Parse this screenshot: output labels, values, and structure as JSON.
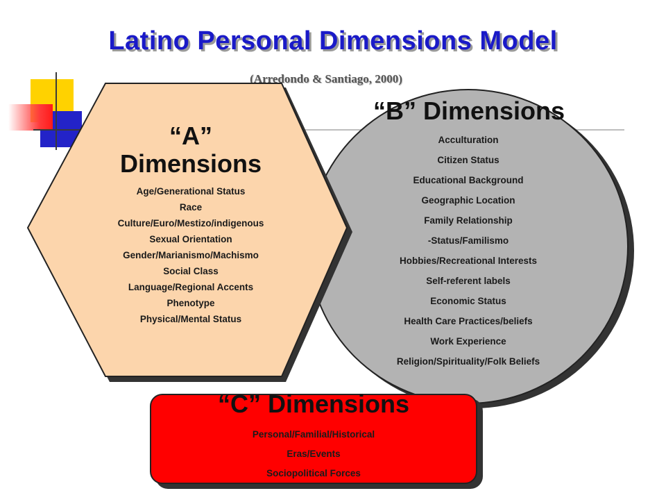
{
  "title": "Latino Personal Dimensions  Model",
  "citation": "(Arredondo & Santiago, 2000)",
  "colors": {
    "title": "#1a1ac8",
    "hexagon_fill": "#fcd5ac",
    "circle_fill": "#b3b3b3",
    "box_fill": "#ff0000",
    "accent_yellow": "#ffd200",
    "accent_blue": "#2323c8"
  },
  "a_dimensions": {
    "title_line1": "“A”",
    "title_line2": "Dimensions",
    "items": [
      "Age/Generational Status",
      "Race",
      "Culture/Euro/Mestizo/indigenous",
      "Sexual Orientation",
      "Gender/Marianismo/Machismo",
      "Social Class",
      "Language/Regional Accents",
      "Phenotype",
      "Physical/Mental Status"
    ]
  },
  "b_dimensions": {
    "title": "“B” Dimensions",
    "items": [
      "Acculturation",
      "Citizen Status",
      "Educational Background",
      "Geographic Location",
      "Family Relationship",
      "-Status/Familismo",
      "Hobbies/Recreational Interests",
      "Self-referent labels",
      "Economic Status",
      "Health Care Practices/beliefs",
      "Work Experience",
      "Religion/Spirituality/Folk  Beliefs"
    ]
  },
  "c_dimensions": {
    "title": "“C” Dimensions",
    "items": [
      "Personal/Familial/Historical",
      "Eras/Events",
      "Sociopolitical Forces"
    ]
  }
}
